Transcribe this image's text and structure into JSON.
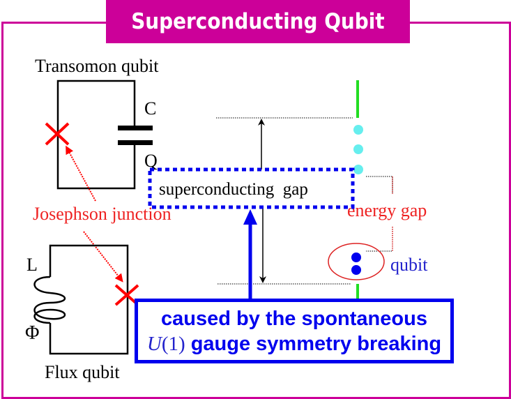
{
  "title": "Superconducting Qubit",
  "colors": {
    "frame": "#cc0099",
    "title_bg": "#cc0099",
    "title_text": "#ffffff",
    "junction": "#ff0000",
    "gap_box": "#0000ee",
    "energy_level_bar": "#22dd22",
    "excited_states": "#66eeee",
    "qubit_states": "#0000ee",
    "energy_gap_label": "#ee2222",
    "qubit_label": "#2222cc"
  },
  "transmon": {
    "label": "Transomon qubit",
    "capacitor_label": "C",
    "charge_label": "Q"
  },
  "flux": {
    "label": "Flux qubit",
    "inductor_label": "L",
    "flux_label": "Φ"
  },
  "junction_label": "Josephson junction",
  "superconducting_gap_label": "superconducting  gap",
  "energy_gap_label": "energy gap",
  "qubit_label": "qubit",
  "cause": {
    "line1": "caused by the spontaneous",
    "u1_symbol": "U",
    "u1_arg": "(1)",
    "line2_rest": " gauge symmetry breaking"
  }
}
